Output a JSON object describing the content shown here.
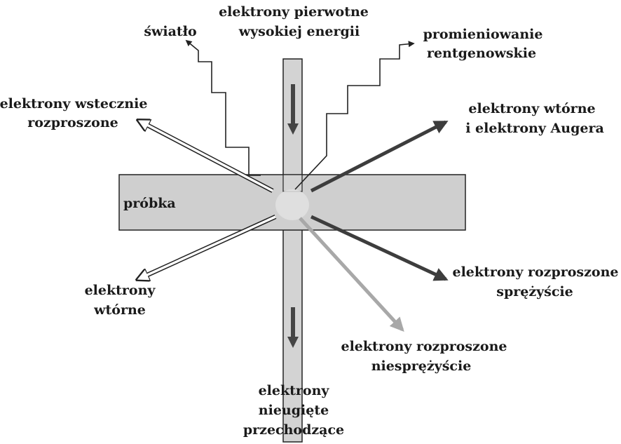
{
  "sample_label": "próbka",
  "labels": {
    "primary_1": "elektrony pierwotne",
    "primary_2": "wysokiej energii",
    "light": "światło",
    "xray_1": "promieniowanie",
    "xray_2": "rentgenowskie",
    "backscattered_1": "elektrony wstecznie",
    "backscattered_2": "rozproszone",
    "secondary_auger_1": "elektrony wtórne",
    "secondary_auger_2": "i elektrony Augera",
    "elastic_1": "elektrony rozproszone",
    "elastic_2": "sprężyście",
    "secondary_1": "elektrony",
    "secondary_2": "wtórne",
    "inelastic_1": "elektrony rozproszone",
    "inelastic_2": "niesprężyście",
    "transmitted_1": "elektrony",
    "transmitted_2": "nieugięte",
    "transmitted_3": "przechodzące"
  },
  "colors": {
    "sample_fill": "#cfcfcf",
    "beam_fill": "#d3d3d3",
    "outline": "#222222",
    "dark_arrow": "#3d3d3d",
    "inelastic_arrow": "#a8a8a8",
    "hollow_arrow": "#ffffff"
  }
}
